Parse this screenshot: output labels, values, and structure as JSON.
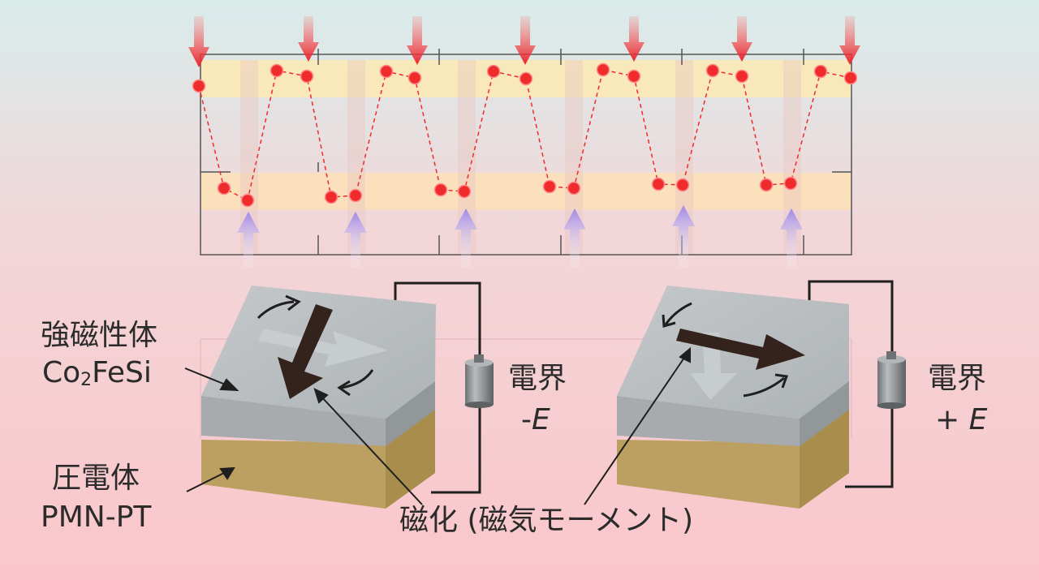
{
  "labels": {
    "ferromagnet": "強磁性体",
    "ferromagnet_material_base": "Co",
    "ferromagnet_material_subscript": "2",
    "ferromagnet_material_rest": "FeSi",
    "piezo": "圧電体",
    "piezo_material": "PMN-PT",
    "magnetization": "磁化 (磁気モーメント)",
    "field_left_title": "電界",
    "field_left_sign": "-",
    "field_left_symbol": "E",
    "field_right_title": "電界",
    "field_right_sign": "+ ",
    "field_right_symbol": "E"
  },
  "colors": {
    "bg_top": "#d9eceb",
    "bg_bottom": "#fac6cb",
    "top_band": "#fbe9b3",
    "bottom_band": "#fde0b6",
    "dot": "#ef2b2b",
    "down_arrow": "#e8262e",
    "up_arrow": "#a58ee8",
    "ferromagnet_top": "#b4b9bd",
    "ferromagnet_front": "#a7abae",
    "piezo_front": "#bca061",
    "magnetization_arrow": "#33231c"
  },
  "icons": [
    "red-down-arrow-icon",
    "purple-up-arrow-icon",
    "battery-icon",
    "rotation-arrow-icon"
  ]
}
